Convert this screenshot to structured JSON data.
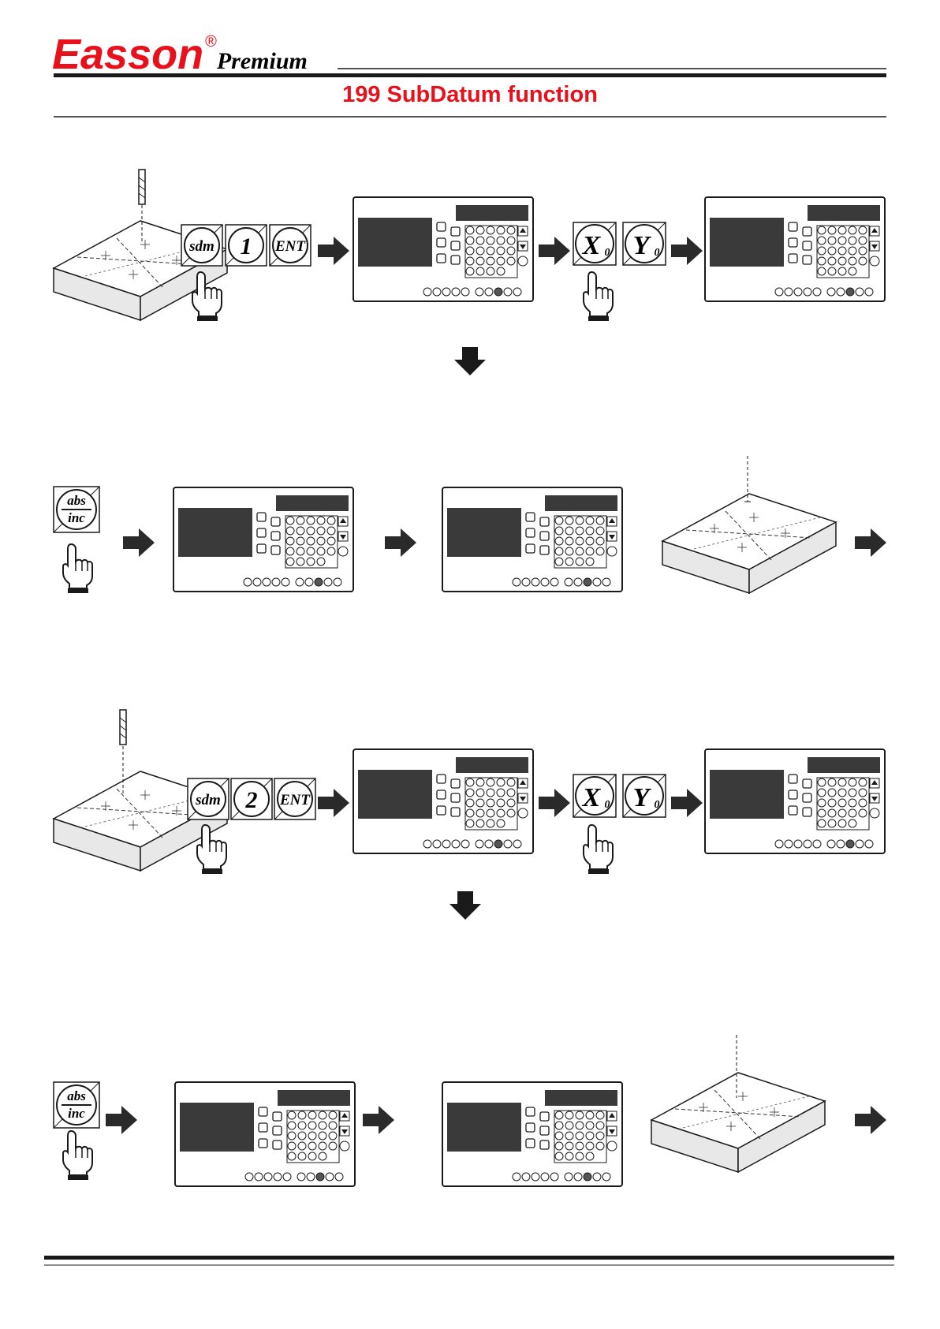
{
  "header": {
    "brand": "Easson",
    "reg_mark": "®",
    "sub_brand": "Premium",
    "title": "199 SubDatum function",
    "colors": {
      "brand_red": "#e8101a",
      "ink": "#1a1a1a",
      "screen": "#3a3a3a"
    }
  },
  "rows": {
    "row1": {
      "keys": [
        "sdm",
        "1",
        "ENT"
      ],
      "axis_keys": [
        "X",
        "Y"
      ],
      "axis_sub": "0"
    },
    "row2": {
      "key_top": "abs",
      "key_bottom": "inc"
    },
    "row3": {
      "keys": [
        "sdm",
        "2",
        "ENT"
      ],
      "axis_keys": [
        "X",
        "Y"
      ],
      "axis_sub": "0"
    },
    "row4": {
      "key_top": "abs",
      "key_bottom": "inc"
    }
  },
  "icons": {
    "arrow": "arrow-right-icon",
    "arrow_down": "arrow-down-icon",
    "hand": "pointing-hand-icon",
    "workpiece": "workpiece-block-icon",
    "tool": "end-mill-tool-icon",
    "console": "dro-console-icon"
  }
}
